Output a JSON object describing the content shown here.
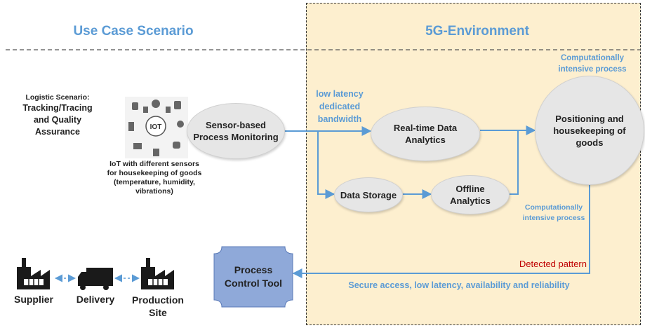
{
  "titles": {
    "use_case": "Use Case Scenario",
    "environment": "5G-Environment"
  },
  "logistic": {
    "line1": "Logistic Scenario:",
    "line2": "Tracking/Tracing",
    "line3": "and Quality",
    "line4": "Assurance"
  },
  "iot": {
    "badge": "IOT",
    "caption1": "IoT with different sensors",
    "caption2": "for housekeeping of goods",
    "caption3": "(temperature, humidity,",
    "caption4": "vibrations)"
  },
  "nodes": {
    "sensor": [
      "Sensor-based",
      "Process Monitoring"
    ],
    "realtime": [
      "Real-time Data",
      "Analytics"
    ],
    "storage": [
      "Data Storage"
    ],
    "offline": [
      "Offline",
      "Analytics"
    ],
    "positioning": [
      "Positioning and",
      "housekeeping of",
      "goods"
    ],
    "process_control": [
      "Process",
      "Control Tool"
    ]
  },
  "labels": {
    "low_latency": [
      "low latency",
      "dedicated",
      "bandwidth"
    ],
    "comp_top": [
      "Computationally",
      "intensive process"
    ],
    "comp_mid": [
      "Computationally",
      "intensive process"
    ],
    "detected_pattern": "Detected pattern",
    "secure_access": "Secure access, low latency, availability and reliability"
  },
  "chain": {
    "supplier": "Supplier",
    "delivery": "Delivery",
    "production1": "Production",
    "production2": "Site"
  },
  "colors": {
    "accent_blue": "#5b9bd5",
    "env_fill": "#fdefcf",
    "node_fill": "#e6e6e6",
    "tool_fill": "#8fa9d9",
    "alert_red": "#c00000"
  }
}
